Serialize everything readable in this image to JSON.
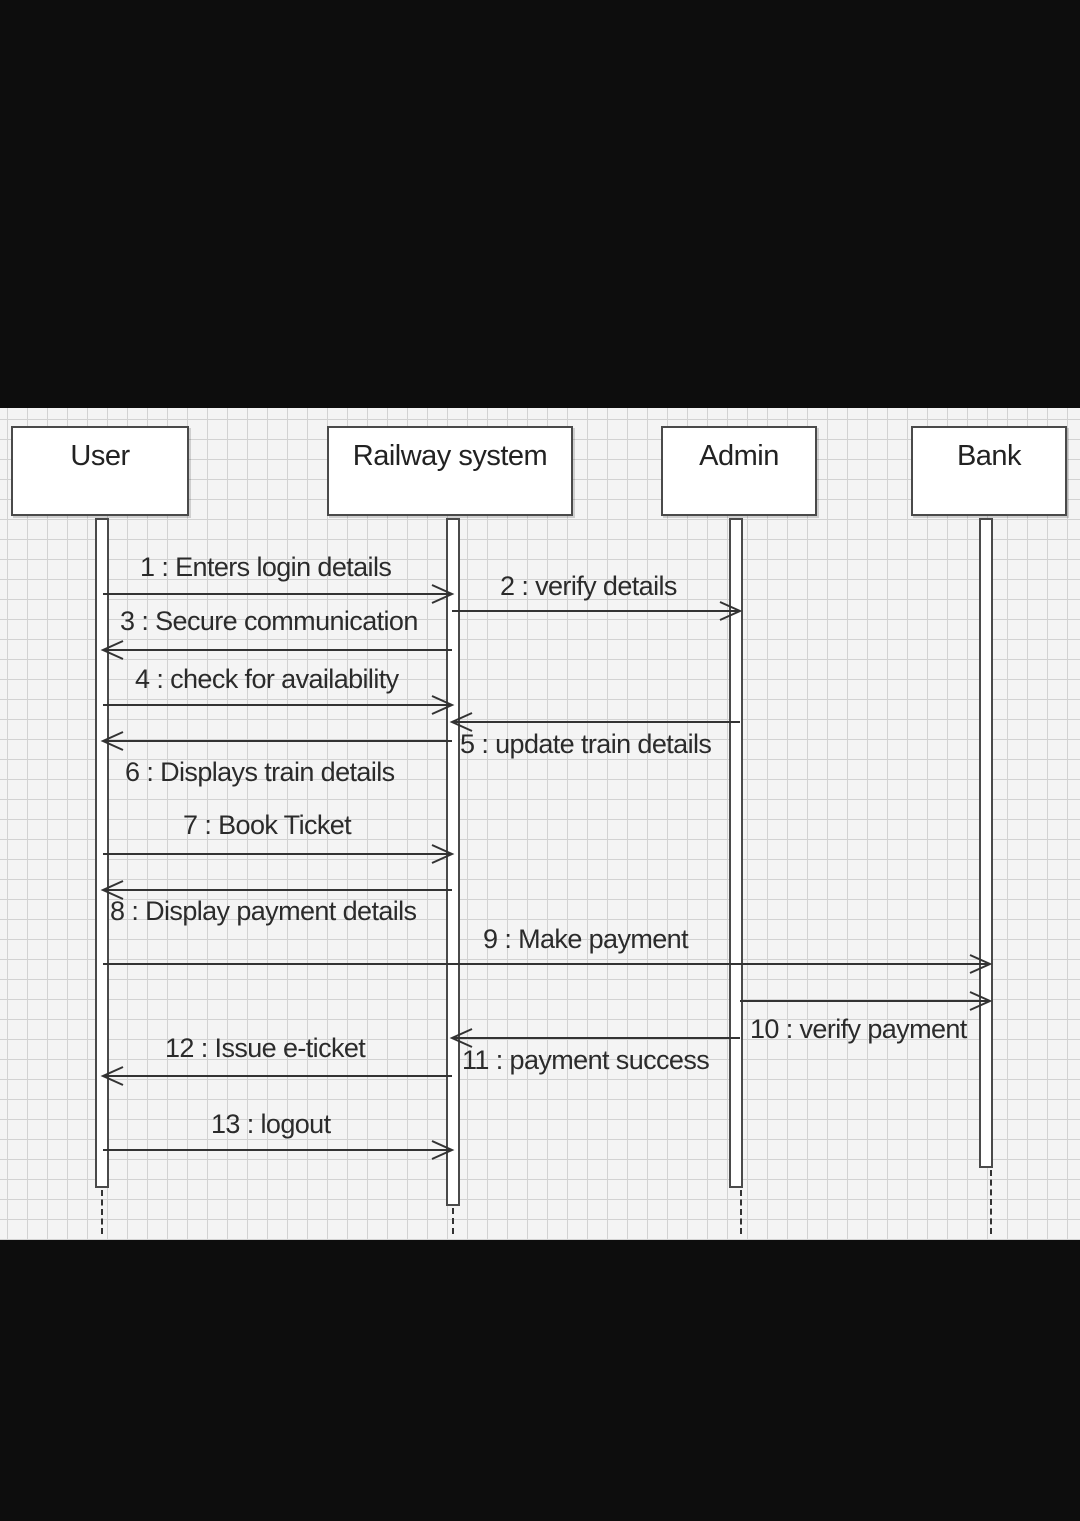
{
  "lifelines": [
    {
      "id": "user",
      "name": "User"
    },
    {
      "id": "railway",
      "name": "Railway system"
    },
    {
      "id": "admin",
      "name": "Admin"
    },
    {
      "id": "bank",
      "name": "Bank"
    }
  ],
  "messages": [
    {
      "number": 1,
      "label": "1 : Enters login details",
      "from": "user",
      "to": "railway"
    },
    {
      "number": 2,
      "label": "2 : verify details",
      "from": "railway",
      "to": "admin"
    },
    {
      "number": 3,
      "label": "3 : Secure communication",
      "from": "railway",
      "to": "user"
    },
    {
      "number": 4,
      "label": "4 : check for availability",
      "from": "user",
      "to": "railway"
    },
    {
      "number": 5,
      "label": "5 : update train details",
      "from": "admin",
      "to": "railway"
    },
    {
      "number": 6,
      "label": "6 : Displays train details",
      "from": "railway",
      "to": "user"
    },
    {
      "number": 7,
      "label": "7 : Book Ticket",
      "from": "user",
      "to": "railway"
    },
    {
      "number": 8,
      "label": "8 : Display payment details",
      "from": "railway",
      "to": "user"
    },
    {
      "number": 9,
      "label": "9 : Make payment",
      "from": "user",
      "to": "bank"
    },
    {
      "number": 10,
      "label": "10 : verify payment",
      "from": "admin",
      "to": "bank"
    },
    {
      "number": 11,
      "label": "11 : payment success",
      "from": "admin",
      "to": "railway"
    },
    {
      "number": 12,
      "label": "12 : Issue e-ticket",
      "from": "railway",
      "to": "user"
    },
    {
      "number": 13,
      "label": "13 : logout",
      "from": "user",
      "to": "railway"
    }
  ],
  "colors": {
    "line": "#333333",
    "box_border": "#4a4a4a",
    "grid": "#d2d2d2",
    "canvas": "#f4f4f4",
    "letterbox": "#0d0d0d"
  }
}
